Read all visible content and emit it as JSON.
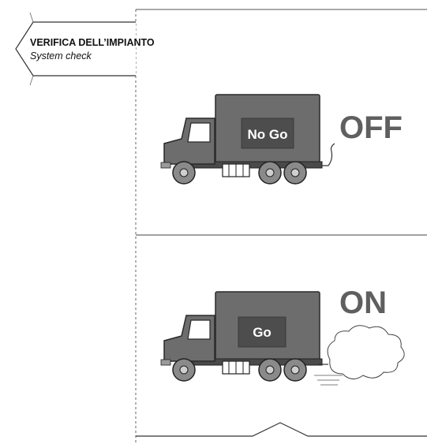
{
  "heading": {
    "title": "VERIFICA DELL’IMPIANTO",
    "subtitle": "System check"
  },
  "panels": [
    {
      "cargo_label": "No Go",
      "state_label": "OFF",
      "exhaust": false
    },
    {
      "cargo_label": "Go",
      "state_label": "ON",
      "exhaust": true
    }
  ],
  "colors": {
    "truck_body": "#6d6d6d",
    "truck_dark": "#3a3a3a",
    "state_text": "#5f5f5f"
  },
  "icons": {
    "back_arrow": "left-arrow-icon",
    "vehicle": "truck-icon",
    "exhaust": "exhaust-cloud-icon",
    "continue": "up-chevron-icon"
  }
}
